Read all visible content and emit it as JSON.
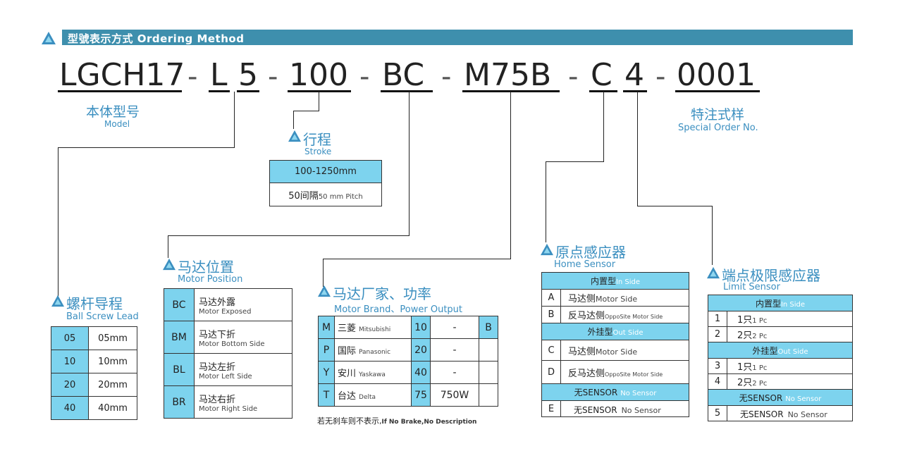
{
  "banner": {
    "title": "型號表示方式 Ordering Method"
  },
  "code": {
    "parts": [
      "LGCH17",
      "L",
      "5",
      "100",
      "BC",
      "M75B",
      "C",
      "4",
      "0001"
    ],
    "separator": "-"
  },
  "model": {
    "cn": "本体型号",
    "en": "Model"
  },
  "special": {
    "cn": "特注式样",
    "en": "Special Order No."
  },
  "stroke": {
    "cn": "行程",
    "en": "Stroke",
    "range": "100-1250mm",
    "pitch_cn": "50间隔",
    "pitch_en": "50 mm Pitch"
  },
  "lead": {
    "cn": "螺杆导程",
    "en": "Ball Screw Lead",
    "rows": [
      {
        "code": "05",
        "value": "05mm"
      },
      {
        "code": "10",
        "value": "10mm"
      },
      {
        "code": "20",
        "value": "20mm"
      },
      {
        "code": "40",
        "value": "40mm"
      }
    ]
  },
  "motor_position": {
    "cn": "马达位置",
    "en": "Motor Position",
    "rows": [
      {
        "code": "BC",
        "cn": "马达外露",
        "en": "Motor Exposed"
      },
      {
        "code": "BM",
        "cn": "马达下折",
        "en": "Motor Bottom Side"
      },
      {
        "code": "BL",
        "cn": "马达左折",
        "en": "Motor Left Side"
      },
      {
        "code": "BR",
        "cn": "马达右折",
        "en": "Motor Right Side"
      }
    ]
  },
  "motor_brand": {
    "cn": "马达厂家、功率",
    "en": "Motor Brand、Power Output",
    "rows": [
      {
        "code": "M",
        "cn": "三菱",
        "en": "Mitsubishi",
        "power": "10",
        "watt": "-",
        "brake": "B"
      },
      {
        "code": "P",
        "cn": "国际",
        "en": "Panasonic",
        "power": "20",
        "watt": "-",
        "brake": ""
      },
      {
        "code": "Y",
        "cn": "安川",
        "en": "Yaskawa",
        "power": "40",
        "watt": "-",
        "brake": ""
      },
      {
        "code": "T",
        "cn": "台达",
        "en": "Delta",
        "power": "75",
        "watt": "750W",
        "brake": ""
      }
    ],
    "note_cn": "若无刹车则不表示,",
    "note_en": "If No Brake,No Description"
  },
  "home_sensor": {
    "cn": "原点感应器",
    "en": "Home Sensor",
    "in_cn": "内置型",
    "in_en": "In Side",
    "out_cn": "外挂型",
    "out_en": "Out Side",
    "none_cn": "无SENSOR",
    "none_en": "No Sensor",
    "rows_in": [
      {
        "code": "A",
        "cn": "马达侧",
        "en": "Motor Side"
      },
      {
        "code": "B",
        "cn": "反马达侧",
        "en": "OppoSite Motor Side"
      }
    ],
    "rows_out": [
      {
        "code": "C",
        "cn": "马达侧",
        "en": "Motor Side"
      },
      {
        "code": "D",
        "cn": "反马达侧",
        "en": "OppoSite Motor Side"
      }
    ],
    "row_none": {
      "code": "E",
      "cn": "无SENSOR",
      "en": "No Sensor"
    }
  },
  "limit_sensor": {
    "cn": "端点极限感应器",
    "en": "Limit Sensor",
    "in_cn": "内置型",
    "in_en": "In Side",
    "out_cn": "外挂型",
    "out_en": "Out Side",
    "none_cn": "无SENSOR",
    "none_en": "No Sensor",
    "rows_in": [
      {
        "code": "1",
        "cn": "1只",
        "en": "1 Pc"
      },
      {
        "code": "2",
        "cn": "2只",
        "en": "2 Pc"
      }
    ],
    "rows_out": [
      {
        "code": "3",
        "cn": "1只",
        "en": "1 Pc"
      },
      {
        "code": "4",
        "cn": "2只",
        "en": "2 Pc"
      }
    ],
    "row_none": {
      "code": "5",
      "cn": "无SENSOR",
      "en": "No Sensor"
    }
  },
  "colors": {
    "banner": "#3e8fad",
    "cell": "#7dd3ee",
    "text_blue": "#3b8fc0"
  }
}
